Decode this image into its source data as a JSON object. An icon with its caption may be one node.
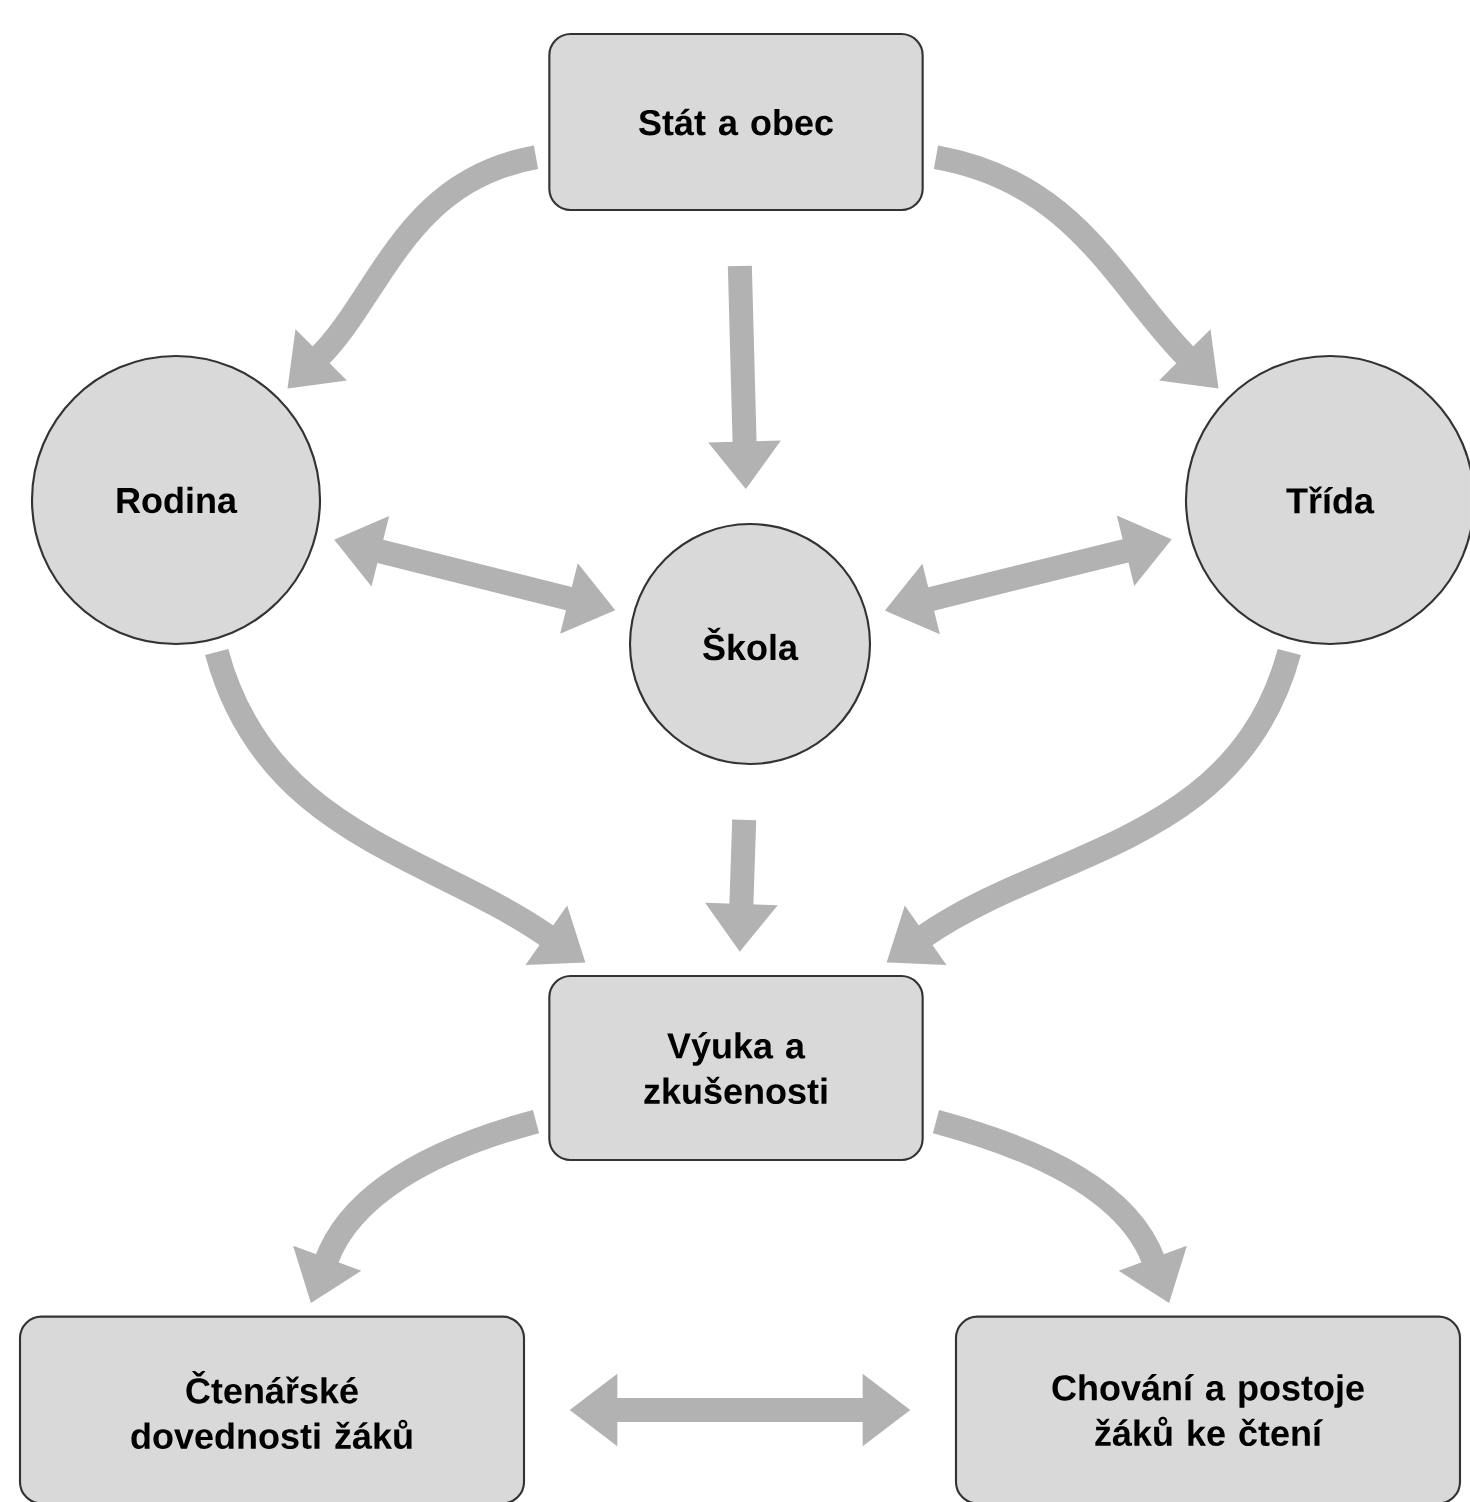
{
  "diagram": {
    "nodes": [
      {
        "text": [
          "Stát a obec"
        ]
      },
      {
        "text": [
          "Rodina"
        ]
      },
      {
        "text": [
          "Škola"
        ]
      },
      {
        "text": [
          "Třída"
        ]
      },
      {
        "text": [
          "Výuka a zkušenosti"
        ]
      },
      {
        "text": [
          "Čtenářské dovednosti žáků"
        ]
      },
      {
        "text": [
          "Chování a postoje žáků ke čtení"
        ]
      }
    ],
    "edges": [
      {
        "from": 0,
        "to": 1,
        "arrow": "to"
      },
      {
        "from": 0,
        "to": 2,
        "arrow": "to"
      },
      {
        "from": 0,
        "to": 3,
        "arrow": "to"
      },
      {
        "from": 1,
        "to": 2,
        "arrow": "both"
      },
      {
        "from": 3,
        "to": 2,
        "arrow": "both"
      },
      {
        "from": 1,
        "to": 4,
        "arrow": "to"
      },
      {
        "from": 2,
        "to": 4,
        "arrow": "to"
      },
      {
        "from": 3,
        "to": 4,
        "arrow": "to"
      },
      {
        "from": 4,
        "to": 5,
        "arrow": "to"
      },
      {
        "from": 4,
        "to": 6,
        "arrow": "to"
      },
      {
        "from": 5,
        "to": 6,
        "arrow": "both"
      }
    ]
  }
}
